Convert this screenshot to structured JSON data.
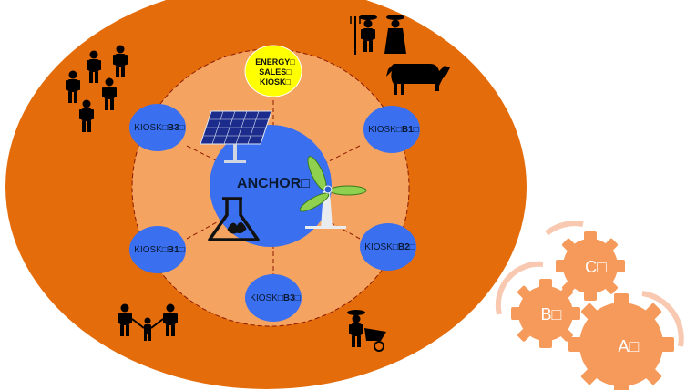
{
  "diagram": {
    "center_label": "ANCHOR□",
    "energy_kiosk": {
      "line1": "ENERGY□",
      "line2": "SALES□",
      "line3": "KIOSK□"
    },
    "kiosks": [
      {
        "prefix": "KIOSK□",
        "code": "B3□",
        "position": "top-left"
      },
      {
        "prefix": "KIOSK□",
        "code": "B1□",
        "position": "top-right"
      },
      {
        "prefix": "KIOSK□",
        "code": "B1□",
        "position": "bottom-left"
      },
      {
        "prefix": "KIOSK□",
        "code": "B2□",
        "position": "bottom-right"
      },
      {
        "prefix": "KIOSK□",
        "code": "B3□",
        "position": "bottom"
      }
    ],
    "gears": [
      {
        "label": "C□"
      },
      {
        "label": "B□"
      },
      {
        "label": "A□"
      }
    ],
    "icons": [
      "solar-panel-icon",
      "wind-turbine-icon",
      "flask-icon",
      "people-group-icon",
      "farmers-icon",
      "cow-icon",
      "family-icon",
      "wheelbarrow-farmer-icon"
    ],
    "colors": {
      "outer_ring": "#e46c0a",
      "inner_ring": "#f4a460",
      "kiosk": "#3a6ff0",
      "anchor": "#3a6ff0",
      "energy": "#ffff00",
      "gear": "#f59a5a",
      "gear_arrow": "#f8c8b0"
    }
  }
}
